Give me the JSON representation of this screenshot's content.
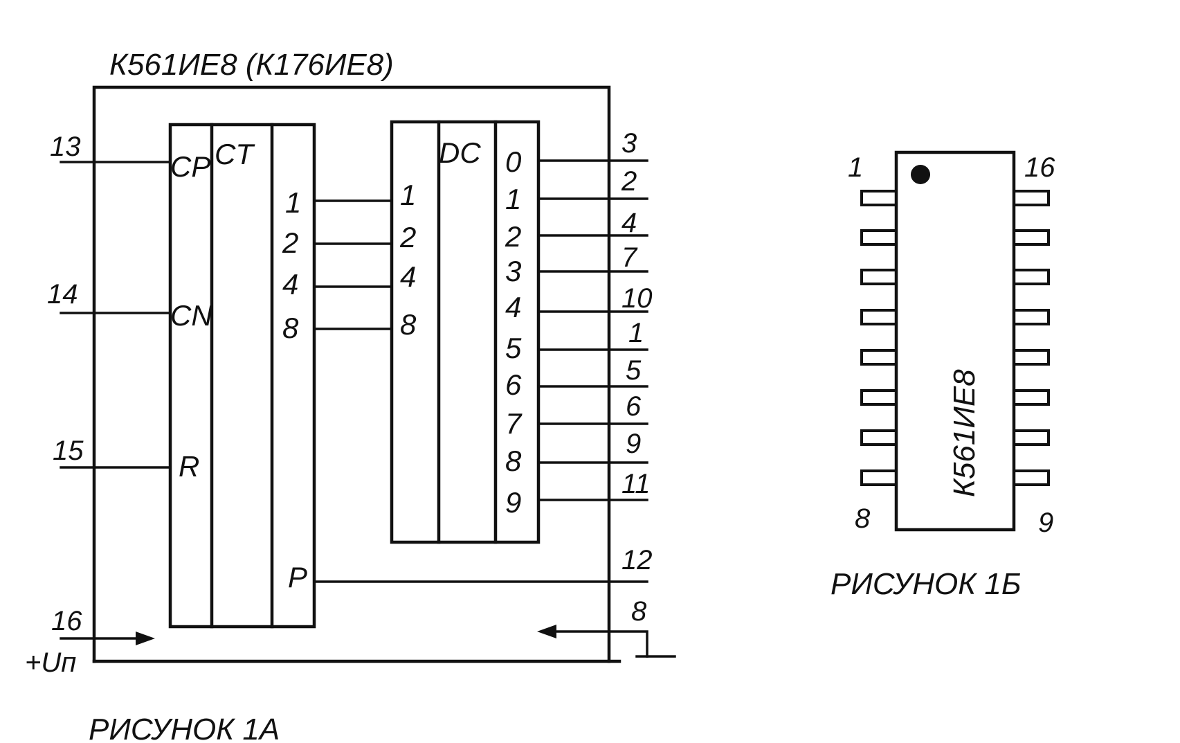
{
  "figure_a": {
    "chip_title": "К561ИЕ8 (К176ИЕ8)",
    "caption": "РИСУНОК 1А",
    "counter": {
      "cp_label": "CP",
      "ct_label": "CT",
      "cn_label": "CN",
      "r_label": "R",
      "p_label": "P",
      "outputs": [
        "1",
        "2",
        "4",
        "8"
      ]
    },
    "decoder": {
      "dc_label": "DC",
      "inputs": [
        "1",
        "2",
        "4",
        "8"
      ],
      "outputs": [
        "0",
        "1",
        "2",
        "3",
        "4",
        "5",
        "6",
        "7",
        "8",
        "9"
      ]
    },
    "left_pins": {
      "cp": "13",
      "cn": "14",
      "r": "15",
      "power": "16"
    },
    "power_label": "+Uп",
    "decoder_output_pins": [
      "3",
      "2",
      "4",
      "7",
      "10",
      "1",
      "5",
      "6",
      "9",
      "11"
    ],
    "carry_pin": "12",
    "ground_pin": "8"
  },
  "figure_b": {
    "chip_marking": "К561ИЕ8",
    "caption": "РИСУНОК 1Б",
    "corner_pins": {
      "top_left": "1",
      "top_right": "16",
      "bottom_left": "8",
      "bottom_right": "9"
    }
  }
}
